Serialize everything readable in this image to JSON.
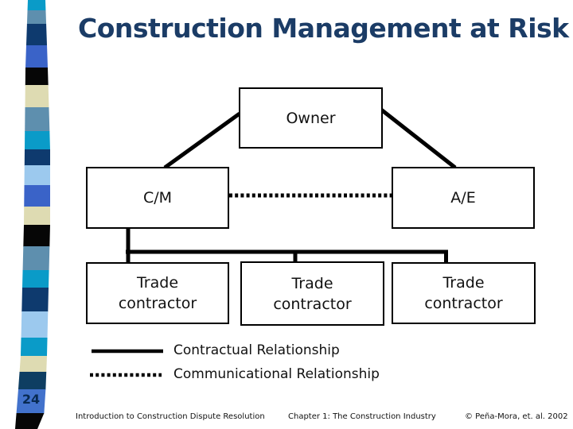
{
  "title": "Construction Management at Risk",
  "page_number": "24",
  "diagram": {
    "owner_label": "Owner",
    "cm_label": "C/M",
    "ae_label": "A/E",
    "trade_label_line1": "Trade",
    "trade_label_line2": "contractor"
  },
  "legend": {
    "items": [
      {
        "style": "solid",
        "label": "Contractual Relationship"
      },
      {
        "style": "dotted",
        "label": "Communicational Relationship"
      }
    ]
  },
  "footer": {
    "left": "Introduction to Construction Dispute Resolution",
    "center": "Chapter 1: The Construction Industry",
    "right": "© Peña-Mora, et. al. 2002"
  },
  "colors": {
    "title": "#1B3C66",
    "line": "#000000",
    "background": "#FFFFFF",
    "page_number_text": "#082A52",
    "ribbon_cyan": "#0A9BC8",
    "ribbon_steel": "#5E8FAE",
    "ribbon_navy": "#0E3A6E",
    "ribbon_royal": "#3A63C8",
    "ribbon_black": "#060606",
    "ribbon_cream": "#DEDBB2",
    "ribbon_lightblue": "#9CC9EE",
    "ribbon_page_block": "#4272CC"
  },
  "ribbon": {
    "blocks": [
      {
        "color": "#0A9BC8",
        "height": 13
      },
      {
        "color": "#5E8FAE",
        "height": 17
      },
      {
        "color": "#0E3A6E",
        "height": 27
      },
      {
        "color": "#3A63C8",
        "height": 28
      },
      {
        "color": "#060606",
        "height": 22
      },
      {
        "color": "#DEDBB2",
        "height": 28
      },
      {
        "color": "#5E8FAE",
        "height": 30
      },
      {
        "color": "#0A9BC8",
        "height": 23
      },
      {
        "color": "#0E3A6E",
        "height": 20
      },
      {
        "color": "#9CC9EE",
        "height": 25
      },
      {
        "color": "#3A63C8",
        "height": 27
      },
      {
        "color": "#DEDBB2",
        "height": 23
      },
      {
        "color": "#060606",
        "height": 27
      },
      {
        "color": "#5E8FAE",
        "height": 30
      },
      {
        "color": "#0A9BC8",
        "height": 22
      },
      {
        "color": "#0E3A6E",
        "height": 30
      },
      {
        "color": "#9CC9EE",
        "height": 33
      },
      {
        "color": "#0A9BC8",
        "height": 23
      },
      {
        "color": "#DEDBB2",
        "height": 20
      },
      {
        "color": "#0E3E62",
        "height": 22
      },
      {
        "color": "#4272CC",
        "height": 30
      },
      {
        "color": "#060606",
        "height": 20
      }
    ]
  }
}
